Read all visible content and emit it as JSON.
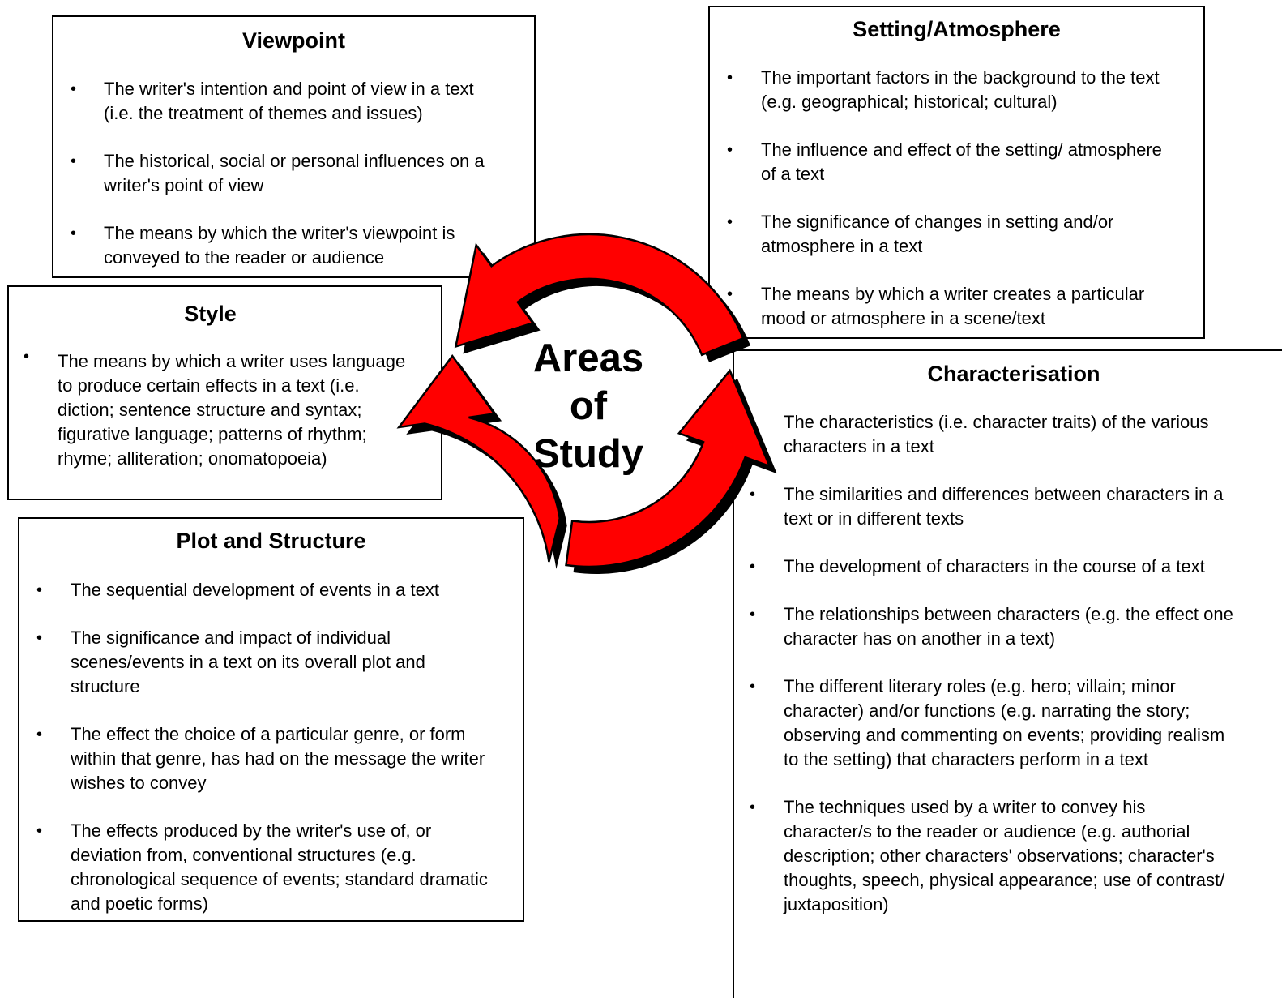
{
  "center": {
    "line1": "Areas",
    "line2": "of",
    "line3": "Study"
  },
  "viewpoint": {
    "title": "Viewpoint",
    "items": [
      "The writer's intention and point of view in a text (i.e. the treatment of themes and issues)",
      "The historical, social or personal influences on a writer's point of view",
      "The means by which the writer's viewpoint is conveyed to the reader or audience"
    ]
  },
  "setting": {
    "title": "Setting/Atmosphere",
    "items": [
      "The important factors in the background to the text (e.g. geographical; historical; cultural)",
      "The influence and effect of the setting/ atmosphere of a text",
      "The significance of changes in setting and/or atmosphere in a text",
      "The means by which a writer creates a particular mood or atmosphere in a scene/text"
    ]
  },
  "style": {
    "title": "Style",
    "items": [
      "The means by which a writer uses language to produce certain effects in a text (i.e. diction; sentence structure and syntax; figurative language; patterns of rhythm; rhyme; alliteration; onomatopoeia)"
    ]
  },
  "plot": {
    "title": "Plot and Structure",
    "items": [
      "The sequential development of events in a text",
      "The significance and impact of individual scenes/events in a text on its overall plot and structure",
      "The effect the choice of a particular genre, or form within that genre, has had on the message the writer wishes to convey",
      "The effects produced by the writer's use of, or deviation from, conventional structures (e.g. chronological sequence of events; standard dramatic and poetic forms)"
    ]
  },
  "characterisation": {
    "title": "Characterisation",
    "items": [
      "The characteristics (i.e. character traits) of the various characters in a text",
      "The similarities and differences between characters in a text or in different texts",
      "The development of characters in the course of a text",
      "The relationships between characters (e.g. the effect one character has on another in a text)",
      "The different literary roles (e.g. hero; villain; minor character) and/or functions (e.g. narrating the story; observing and commenting on events; providing realism to the setting) that characters perform in a text",
      "The techniques used by a writer to convey his character/s to the reader or audience (e.g. authorial description; other characters' observations; character's thoughts, speech, physical appearance; use of contrast/ juxtaposition)"
    ]
  },
  "colors": {
    "arrow_fill": "#ff0000",
    "arrow_shadow": "#000000",
    "outline": "#000000"
  },
  "bullet_glyph": "•"
}
